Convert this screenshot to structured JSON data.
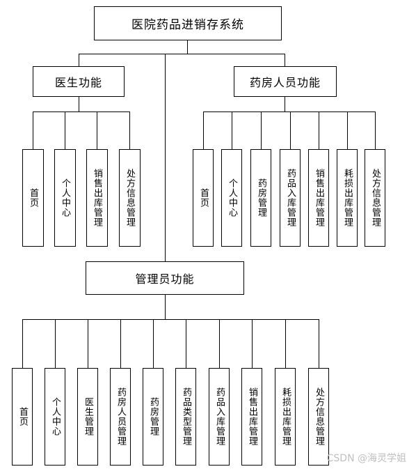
{
  "root": {
    "label": "医院药品进销存系统"
  },
  "doctor": {
    "label": "医生功能",
    "items": [
      "首页",
      "个人中心",
      "销售出库管理",
      "处方信息管理"
    ]
  },
  "pharmacy": {
    "label": "药房人员功能",
    "items": [
      "首页",
      "个人中心",
      "药房管理",
      "药品入库管理",
      "销售出库管理",
      "耗损出库管理",
      "处方信息管理"
    ]
  },
  "admin": {
    "label": "管理员功能",
    "items": [
      "首页",
      "个人中心",
      "医生管理",
      "药房人员管理",
      "药房管理",
      "药品类型管理",
      "药品入库管理",
      "销售出库管理",
      "耗损出库管理",
      "处方信息管理"
    ]
  },
  "watermark": "CSDN @海灵学姐"
}
